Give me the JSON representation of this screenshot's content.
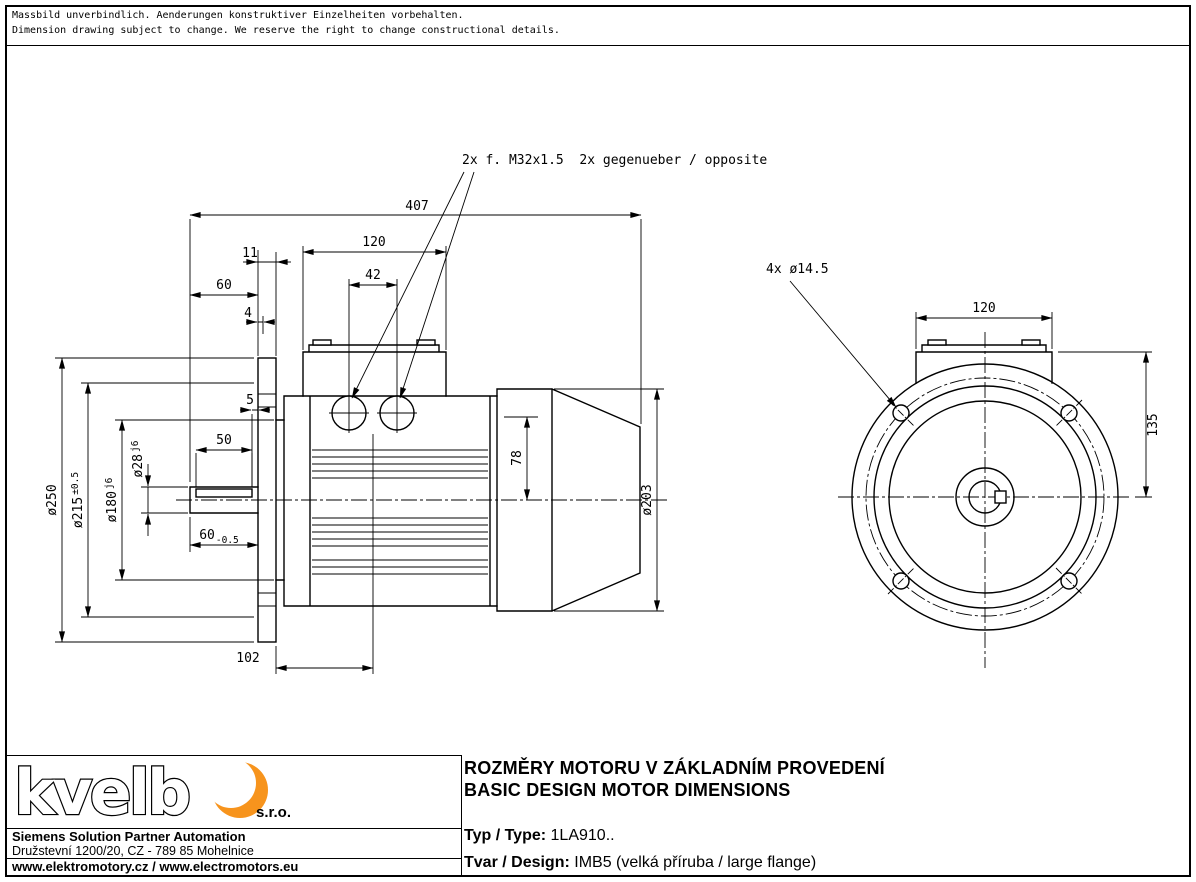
{
  "page": {
    "disclaimer_de": "Massbild unverbindlich. Aenderungen konstruktiver Einzelheiten vorbehalten.",
    "disclaimer_en": "Dimension drawing subject to change. We reserve the right to change constructional details."
  },
  "drawing": {
    "notes": {
      "glands": "2x f. M32x1.5  2x gegenueber / opposite",
      "holes": "4x ø14.5"
    },
    "side_view": {
      "overall_length": "407",
      "dim_11": "11",
      "dim_60_top": "60",
      "dim_4": "4",
      "box_width": "120",
      "gland_spacing": "42",
      "dim_5": "5",
      "key_length": "50",
      "shaft_length": "60",
      "shaft_length_tol": "-0.5",
      "dim_78": "78",
      "body_dia": "ø203",
      "dim_102": "102",
      "flange_dia": "ø250",
      "bolt_circle_dia": "ø215",
      "bolt_circle_tol": "±0.5",
      "spigot_dia": "ø180",
      "spigot_tol": "j6",
      "shaft_dia": "ø28",
      "shaft_tol": "j6"
    },
    "front_view": {
      "box_width": "120",
      "center_height": "135"
    }
  },
  "title_block": {
    "title_cs": "ROZMĚRY MOTORU V ZÁKLADNÍM PROVEDENÍ",
    "title_en": "BASIC DESIGN MOTOR DIMENSIONS",
    "type_label": "Typ / Type:",
    "type_value": "1LA910..",
    "design_label": "Tvar / Design:",
    "design_value": "IMB5 (velká příruba / large flange)"
  },
  "footer": {
    "logo_text": "kvelb",
    "logo_suffix": "s.r.o.",
    "accent_color": "#F7941D",
    "partner": "Siemens Solution Partner Automation",
    "address": "Družstevní 1200/20, CZ - 789 85 Mohelnice",
    "websites": "www.elektromotory.cz / www.electromotors.eu"
  }
}
